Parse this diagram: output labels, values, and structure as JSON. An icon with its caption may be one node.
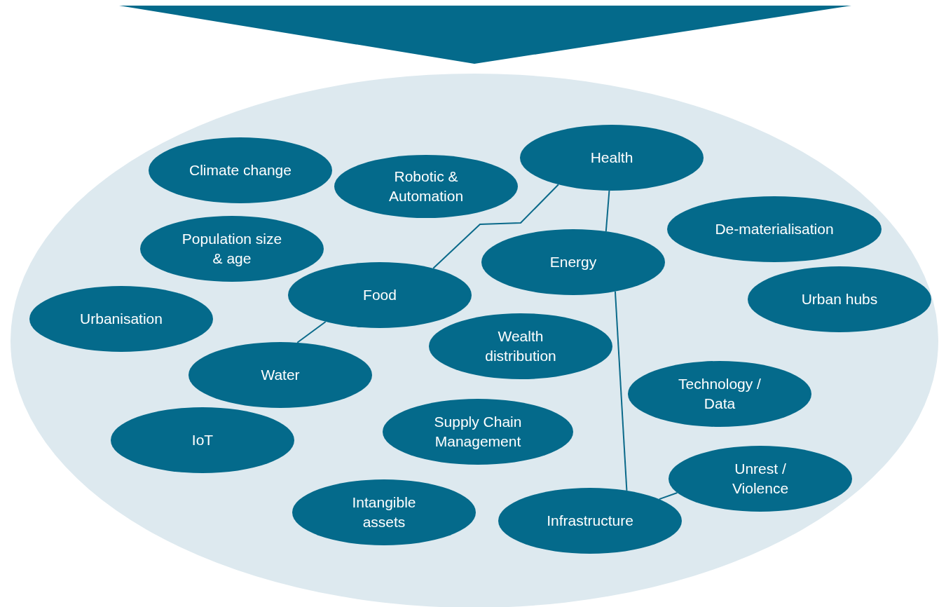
{
  "diagram": {
    "nodes": [
      {
        "text": [],
        "shape": "ellipse"
      },
      {
        "text": [
          "Health"
        ],
        "in": 0
      },
      {
        "text": [
          "Climate change"
        ],
        "in": 0
      },
      {
        "text": [
          "Robotic & Automation"
        ],
        "in": 0
      },
      {
        "text": [
          "De-materialisation"
        ],
        "in": 0
      },
      {
        "text": [
          "Population size & age"
        ],
        "in": 0
      },
      {
        "text": [
          "Energy"
        ],
        "in": 0
      },
      {
        "text": [
          "Food"
        ],
        "in": 0
      },
      {
        "text": [
          "Urban hubs"
        ],
        "in": 0
      },
      {
        "text": [
          "Urbanisation"
        ],
        "in": 0
      },
      {
        "text": [
          "Wealth distribution"
        ],
        "in": 0
      },
      {
        "text": [
          "Water"
        ],
        "in": 0
      },
      {
        "text": [
          "Technology / Data"
        ],
        "in": 0
      },
      {
        "text": [
          "Supply Chain Management"
        ],
        "in": 0
      },
      {
        "text": [
          "IoT"
        ],
        "in": 0
      },
      {
        "text": [
          "Unrest / Violence"
        ],
        "in": 0
      },
      {
        "text": [
          "Intangible assets"
        ],
        "in": 0
      },
      {
        "text": [
          "Infrastructure"
        ],
        "in": 0
      }
    ],
    "edges": [
      {
        "from": null,
        "to": 0,
        "arrow": "to"
      },
      {
        "from": 1,
        "to": 7,
        "arrow": "none"
      },
      {
        "from": 1,
        "to": 6,
        "arrow": "none"
      },
      {
        "from": 7,
        "to": 11,
        "arrow": "none"
      },
      {
        "from": 6,
        "to": 17,
        "arrow": "none"
      },
      {
        "from": 17,
        "to": 15,
        "arrow": "none"
      }
    ]
  }
}
